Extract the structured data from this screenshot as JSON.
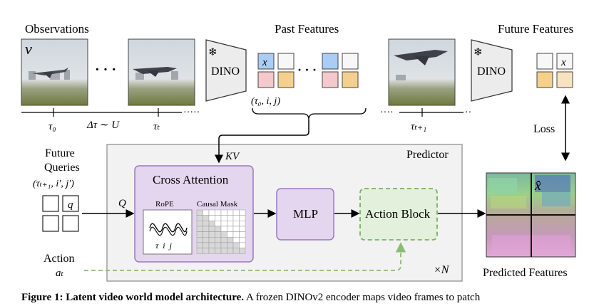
{
  "labels": {
    "observations": "Observations",
    "past_features": "Past Features",
    "future_features": "Future Features",
    "frame_var": "v",
    "dots": "· · ·",
    "dino": "DINO",
    "dino2": "DINO",
    "snowflake": "❄",
    "feature_x": "x",
    "feature_x_future": "x",
    "past_index": "(τ₀, i, j)",
    "tau0": "τ₀",
    "delta_tau": "Δτ ∼ U",
    "tau_t": "τₜ",
    "tau_t1": "τₜ₊₁",
    "loss": "Loss",
    "kv": "KV",
    "predictor": "Predictor",
    "future_queries_1": "Future",
    "future_queries_2": "Queries",
    "queries_index": "(τₜ₊₁, i′, j′)",
    "q_token": "q",
    "q_arrow": "Q",
    "cross_attention": "Cross Attention",
    "rope": "RoPE",
    "rope_axes": "τ  i  j",
    "causal_mask": "Causal Mask",
    "mlp": "MLP",
    "action_block": "Action Block",
    "action": "Action",
    "action_var": "aₜ",
    "times_n": "×N",
    "x_hat": "x̂",
    "predicted_features": "Predicted Features"
  },
  "caption": {
    "bold": "Figure 1: Latent video world model architecture.",
    "text": " A frozen DINOv2 encoder maps video frames to patch"
  },
  "colors": {
    "predictor_bg": "#f2f2f2",
    "purple": "#e4d6ef",
    "purple_border": "#9a79b8",
    "green": "#e3f0dc",
    "green_border": "#79b064",
    "blue_tile": "#a9cdf4",
    "pink_tile": "#f4c9cc",
    "orange_tile": "#f5d08c"
  }
}
